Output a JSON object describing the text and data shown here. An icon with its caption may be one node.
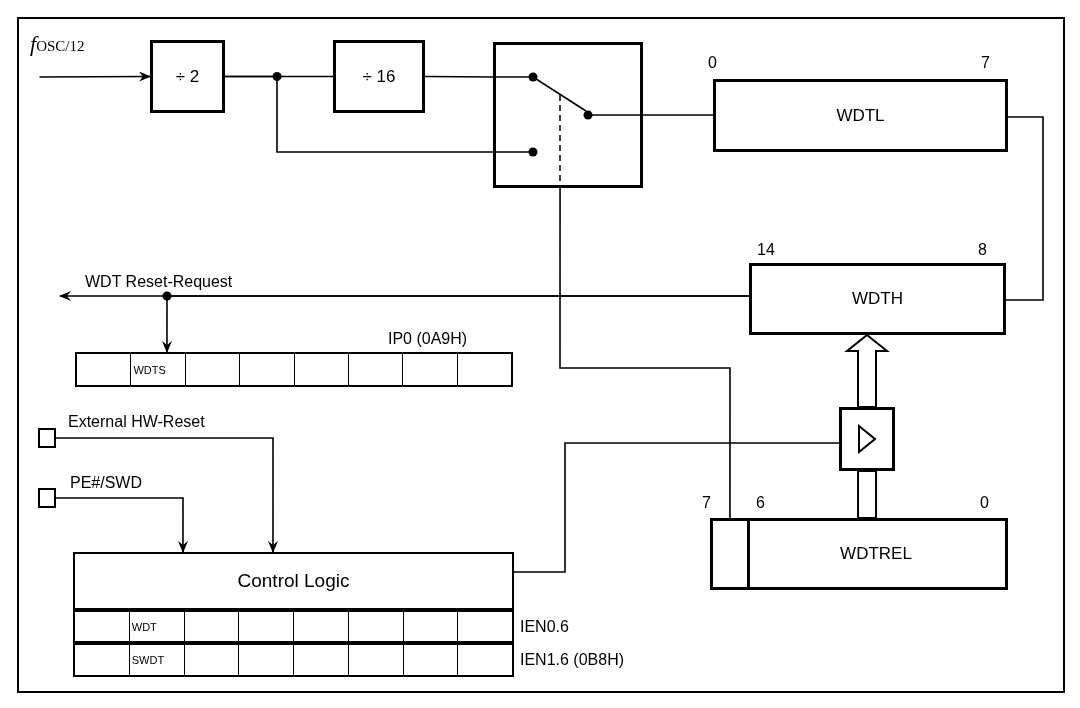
{
  "diagram": {
    "nodes": [
      {
        "text": [
          "*f*$_{OSC/12}$"
        ]
      },
      {
        "text": [
          "÷ 2"
        ]
      },
      {
        "text": [
          "÷ 16"
        ]
      },
      {
        "text": [],
        "shape": "box"
      },
      {
        "text": [
          "WDTL"
        ],
        "beside": [
          "0",
          "7"
        ]
      },
      {
        "text": [
          "WDTH"
        ],
        "beside": [
          "14",
          "8"
        ]
      },
      {
        "text": [
          "WDTS"
        ],
        "beside": [
          "IP0 (0A9H)"
        ]
      },
      {
        "text": [],
        "shape": "box",
        "beside": [
          "External HW-Reset"
        ]
      },
      {
        "text": [],
        "shape": "box",
        "beside": [
          "PE#/SWD"
        ]
      },
      {
        "text": [
          "Control Logic"
        ]
      },
      {
        "text": [
          "WDT"
        ],
        "beside": [
          "IEN0.6"
        ]
      },
      {
        "text": [
          "SWDT"
        ],
        "beside": [
          "IEN1.6 (0B8H)"
        ]
      },
      {
        "text": [],
        "shape": "box"
      },
      {
        "text": [
          "WDTREL"
        ],
        "beside": [
          "7",
          "6",
          "0"
        ]
      }
    ],
    "edges": [
      {
        "from": 0,
        "to": 1,
        "arrow": "to"
      },
      {
        "from": 1,
        "to": 2,
        "arrow": "none"
      },
      {
        "from": 1,
        "to": 3,
        "arrow": "none"
      },
      {
        "from": 2,
        "to": 3,
        "arrow": "none"
      },
      {
        "from": 3,
        "to": 4,
        "arrow": "none"
      },
      {
        "from": 4,
        "to": 5,
        "arrow": "none"
      },
      {
        "from": 5,
        "to": null,
        "arrow": "to",
        "label": "WDT Reset-Request"
      },
      {
        "from": 5,
        "to": 6,
        "arrow": "to"
      },
      {
        "from": 7,
        "to": 9,
        "arrow": "to"
      },
      {
        "from": 8,
        "to": 9,
        "arrow": "to"
      },
      {
        "from": 9,
        "to": 12,
        "arrow": "none"
      },
      {
        "from": 12,
        "to": 5,
        "arrow": "to",
        "style": "thick"
      },
      {
        "from": 13,
        "to": 12,
        "arrow": "none",
        "style": "thick"
      },
      {
        "from": 3,
        "to": 13,
        "arrow": "none"
      }
    ]
  }
}
